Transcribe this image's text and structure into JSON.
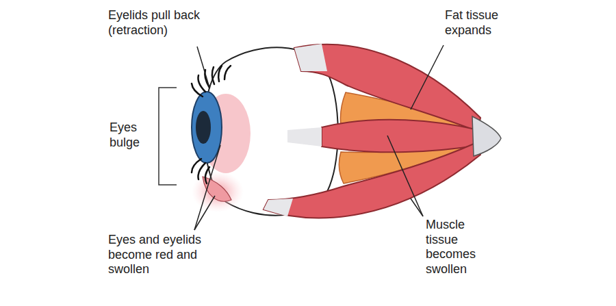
{
  "diagram": {
    "labels": [
      "Eyelids pull back (retraction)",
      "Fat tissue expands",
      "Eyes bulge",
      "Eyes and eyelids become red and swollen",
      "Muscle tissue becomes swollen"
    ]
  }
}
